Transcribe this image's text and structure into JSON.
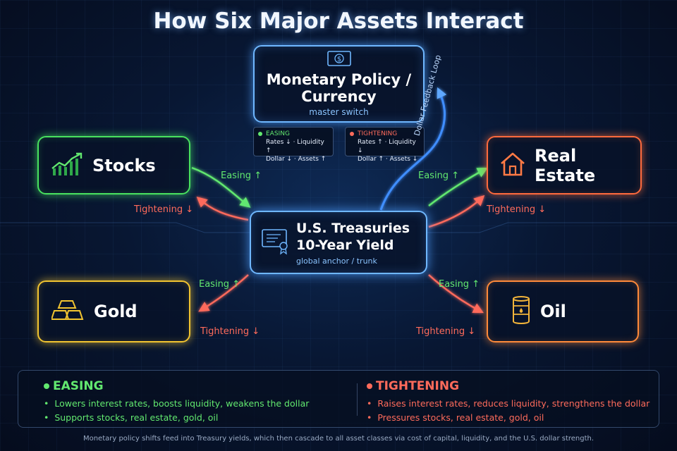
{
  "title": "How Six Major Assets Interact",
  "nodes": {
    "monetary": {
      "label_line1": "Monetary Policy /",
      "label_line2": "Currency",
      "sub": "master switch",
      "icon": "dollar-bill-icon"
    },
    "treasuries": {
      "label_line1": "U.S. Treasuries",
      "label_line2": "10-Year Yield",
      "sub": "global anchor / trunk",
      "icon": "certificate-icon"
    },
    "stocks": {
      "label": "Stocks",
      "icon": "stock-chart-icon"
    },
    "real_estate": {
      "label": "Real Estate",
      "icon": "house-icon"
    },
    "gold": {
      "label": "Gold",
      "icon": "gold-bars-icon"
    },
    "oil": {
      "label": "Oil",
      "icon": "oil-barrel-icon"
    }
  },
  "mini_legend": {
    "easing": {
      "title": "EASING",
      "line1": "Rates ↓ · Liquidity ↑",
      "line2": "Dollar ↓ · Assets ↑"
    },
    "tightening": {
      "title": "TIGHTENING",
      "line1": "Rates ↑ · Liquidity ↓",
      "line2": "Dollar ↑ · Assets ↓"
    }
  },
  "edges": {
    "easing_label": "Easing ↑",
    "tightening_label": "Tightening ↓",
    "loop_label": "Dollar Feedback Loop"
  },
  "legend": {
    "easing": {
      "title": "EASING",
      "items": [
        "Lowers interest rates, boosts liquidity, weakens the dollar",
        "Supports stocks, real estate, gold, oil"
      ]
    },
    "tightening": {
      "title": "TIGHTENING",
      "items": [
        "Raises interest rates, reduces liquidity, strengthens the dollar",
        "Pressures stocks, real estate, gold, oil"
      ]
    }
  },
  "caption": "Monetary policy shifts feed into Treasury yields, which then cascade to all asset classes via cost of capital, liquidity, and the U.S. dollar strength.",
  "colors": {
    "easing": "#62e86f",
    "tightening": "#ff6b5b",
    "core": "#6fb7ff",
    "stocks": "#49e25f",
    "real_estate": "#ff6a3d",
    "gold": "#f2c430",
    "oil": "#ff8a3a"
  }
}
